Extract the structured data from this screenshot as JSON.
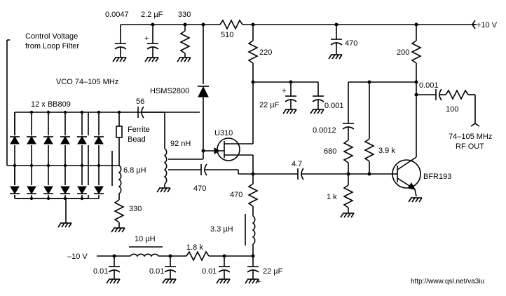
{
  "labels": {
    "cap_0047": "0.0047",
    "cap_2_2uf": "2.2 µF",
    "res_330_top": "330",
    "res_510": "510",
    "supply_pos": "+10 V",
    "control_voltage_line1": "Control Voltage",
    "control_voltage_line2": "from Loop Filter",
    "res_220": "220",
    "cap_470_top": "470",
    "res_200": "200",
    "vco_title": "VCO 74–105 MHz",
    "diode_hsms": "HSMS2800",
    "varactor_bank": "12 x BB809",
    "cap_56": "56",
    "ferrite_line1": "Ferrite",
    "ferrite_line2": "Bead",
    "ind_92nh": "92 nH",
    "jfet_u310": "U310",
    "cap_22uf_mid": "22 µF",
    "cap_0001_mid": "0.001",
    "cap_0001_out": "0.001",
    "res_100": "100",
    "rf_out_line1": "74–105 MHz",
    "rf_out_line2": "RF OUT",
    "cap_00012": "0.0012",
    "res_680": "680",
    "res_3_9k": "3.9 k",
    "ind_6_8uh": "6.8 µH",
    "cap_470_mid": "470",
    "cap_4_7": "4.7",
    "bjt_bfr193": "BFR193",
    "res_330_left": "330",
    "res_470_src": "470",
    "res_1k": "1 k",
    "ind_3_3uh": "3.3 µH",
    "supply_neg": "–10 V",
    "ind_10uh": "10 µH",
    "res_1_8k": "1.8 k",
    "cap_001_a": "0.01",
    "cap_001_b": "0.01",
    "cap_001_c": "0.01",
    "cap_22uf_bot": "22 µF",
    "cap_polarity_plus": "+",
    "source_url": "http://www.qsl.net/va3iu"
  }
}
